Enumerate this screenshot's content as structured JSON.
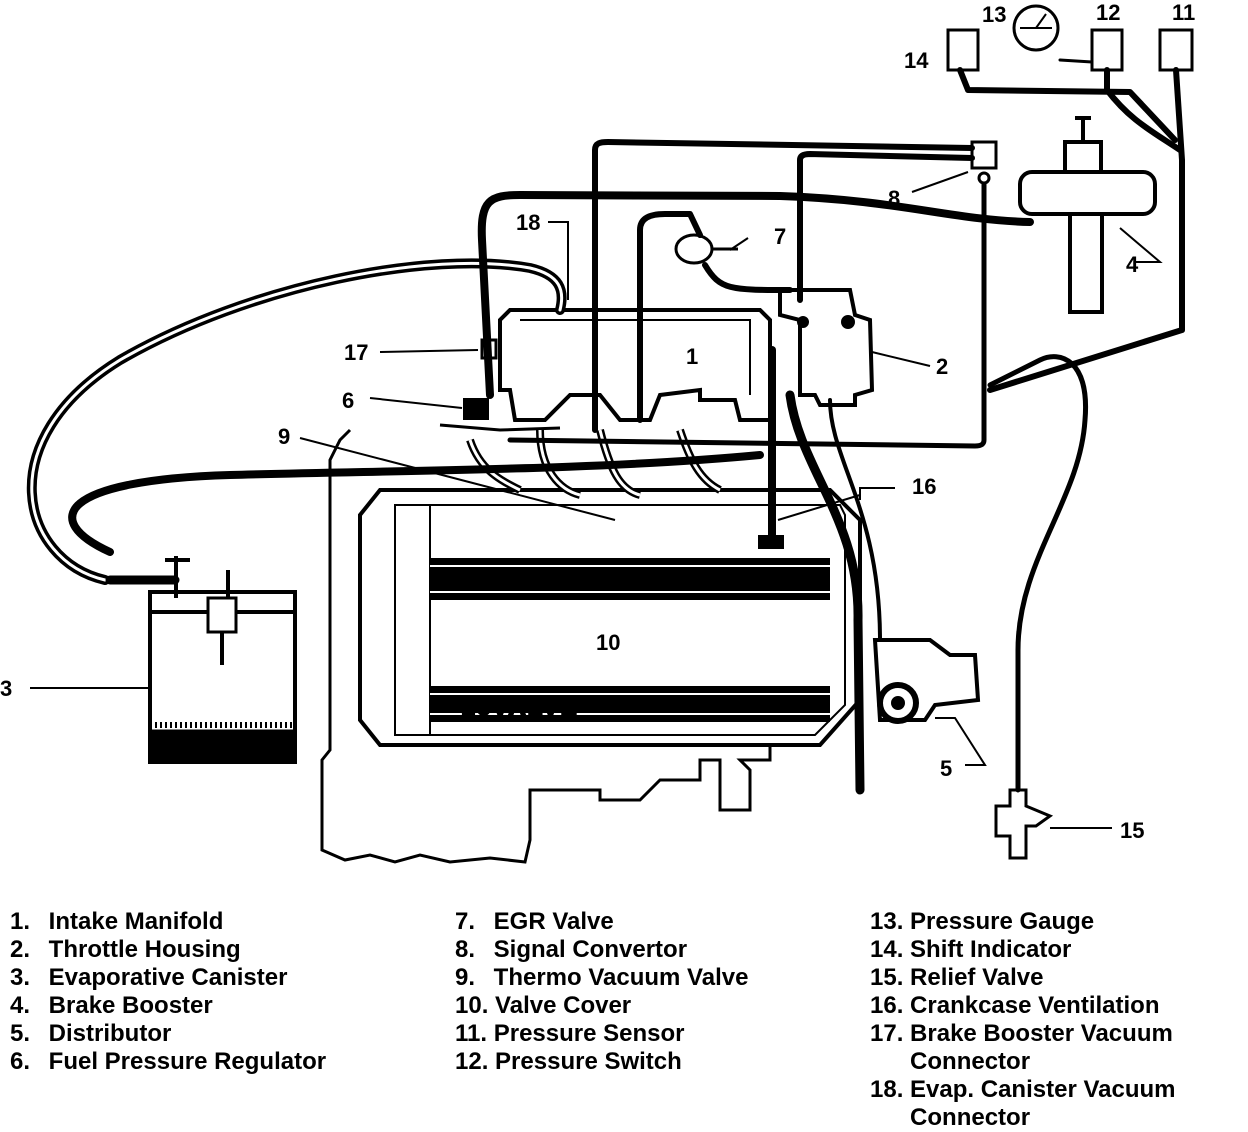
{
  "diagram": {
    "callouts": [
      "1",
      "2",
      "3",
      "4",
      "5",
      "6",
      "7",
      "8",
      "9",
      "10",
      "11",
      "12",
      "13",
      "14",
      "15",
      "16",
      "17",
      "18"
    ],
    "engine_text": {
      "brand": "SAAB",
      "valve": "16VALVE"
    }
  },
  "legend": {
    "column_1": [
      {
        "num": "1.",
        "text": "Intake Manifold"
      },
      {
        "num": "2.",
        "text": "Throttle Housing"
      },
      {
        "num": "3.",
        "text": "Evaporative Canister"
      },
      {
        "num": "4.",
        "text": "Brake Booster"
      },
      {
        "num": "5.",
        "text": "Distributor"
      },
      {
        "num": "6.",
        "text": "Fuel Pressure Regulator"
      }
    ],
    "column_2": [
      {
        "num": "7.",
        "text": "EGR Valve"
      },
      {
        "num": "8.",
        "text": "Signal Convertor"
      },
      {
        "num": "9.",
        "text": "Thermo Vacuum Valve"
      },
      {
        "num": "10.",
        "text": "Valve Cover"
      },
      {
        "num": "11.",
        "text": "Pressure Sensor"
      },
      {
        "num": "12.",
        "text": "Pressure Switch"
      }
    ],
    "column_3": [
      {
        "num": "13.",
        "text": "Pressure Gauge"
      },
      {
        "num": "14.",
        "text": "Shift Indicator"
      },
      {
        "num": "15.",
        "text": "Relief Valve"
      },
      {
        "num": "16.",
        "text": "Crankcase Ventilation"
      },
      {
        "num": "17.",
        "text": "Brake Booster Vacuum Connector"
      },
      {
        "num": "18.",
        "text": "Evap. Canister Vacuum Connector"
      }
    ]
  }
}
